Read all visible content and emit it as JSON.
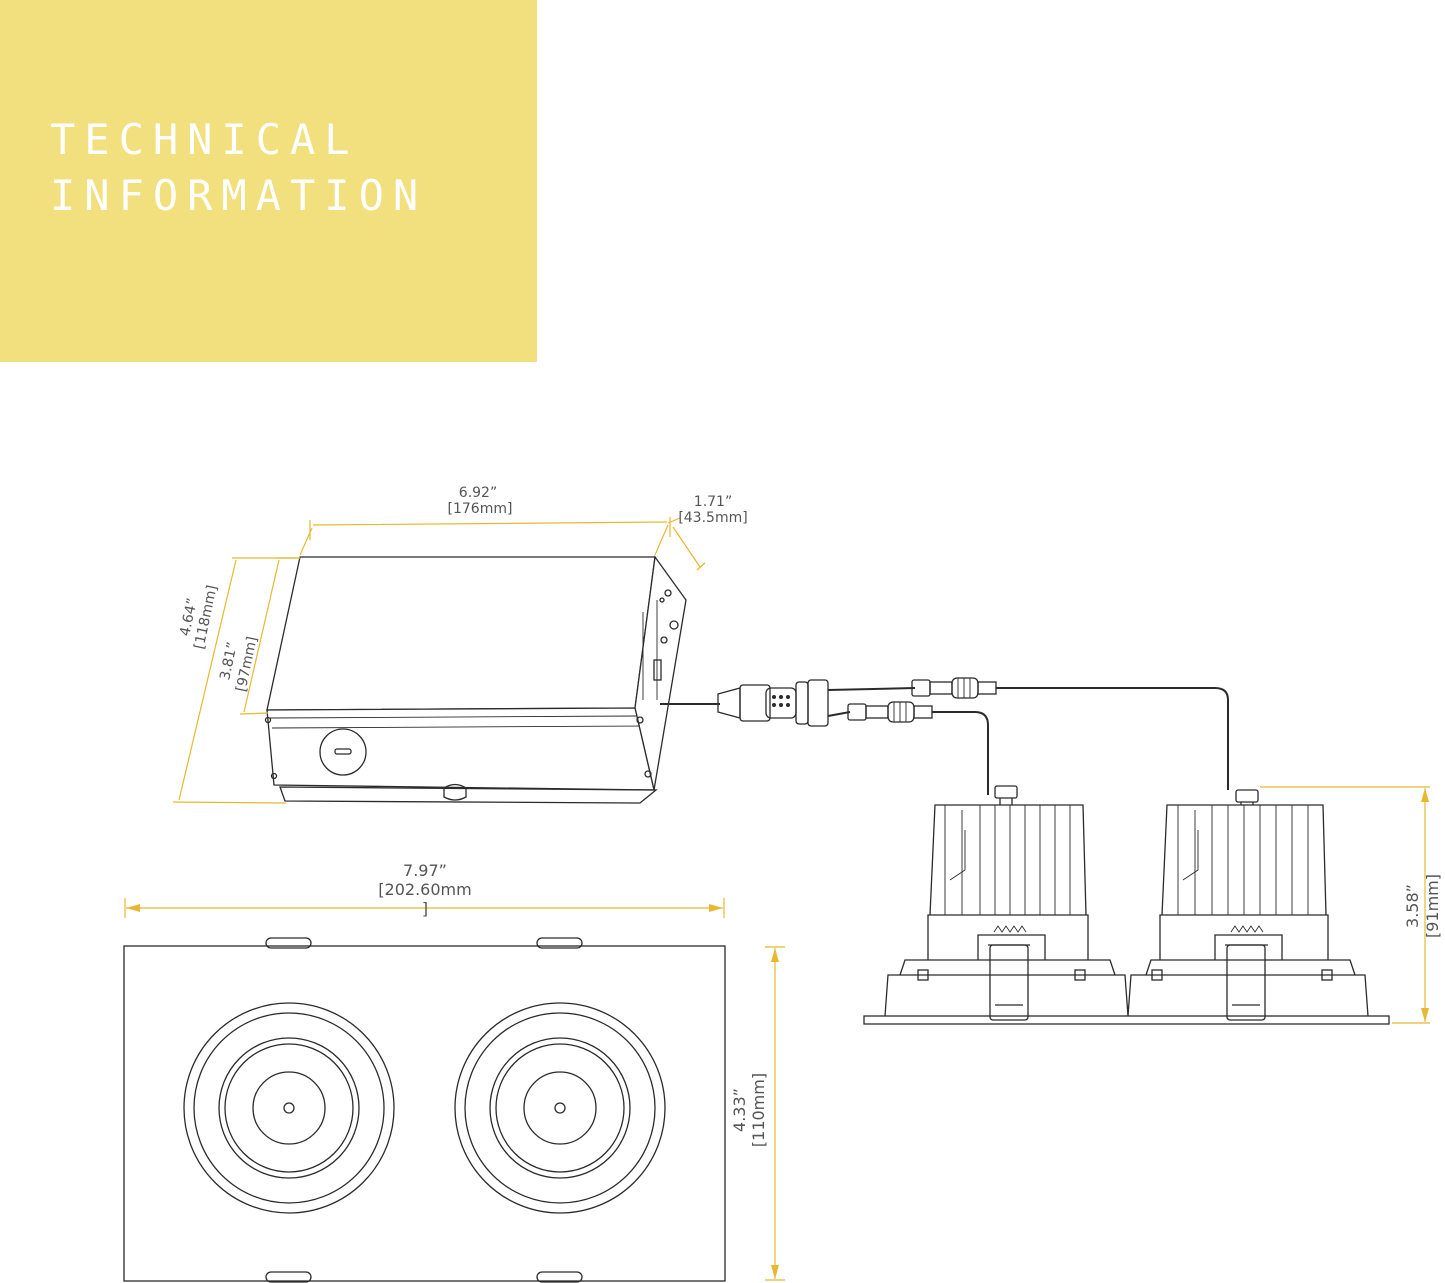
{
  "banner": {
    "line1": "TECHNICAL",
    "line2": "INFORMATION"
  },
  "colors": {
    "banner": "#F2DF7D",
    "dimension": "#E8B830",
    "line": "#2b2b2b"
  },
  "dims": {
    "driver_length_in": "6.92”",
    "driver_length_mm": "[176mm]",
    "driver_depth_in": "1.71”",
    "driver_depth_mm": "[43.5mm]",
    "driver_width_in": "4.64”",
    "driver_width_mm": "[118mm]",
    "driver_height_in": "3.81”",
    "driver_height_mm": "[97mm]",
    "trim_length_in": "7.97”",
    "trim_length_mm": "[202.60mm",
    "trim_length_mm_end": "]",
    "trim_width_in": "4.33”",
    "trim_width_mm": "[110mm]",
    "fixture_height_in": "3.58”",
    "fixture_height_mm": "[91mm]"
  }
}
